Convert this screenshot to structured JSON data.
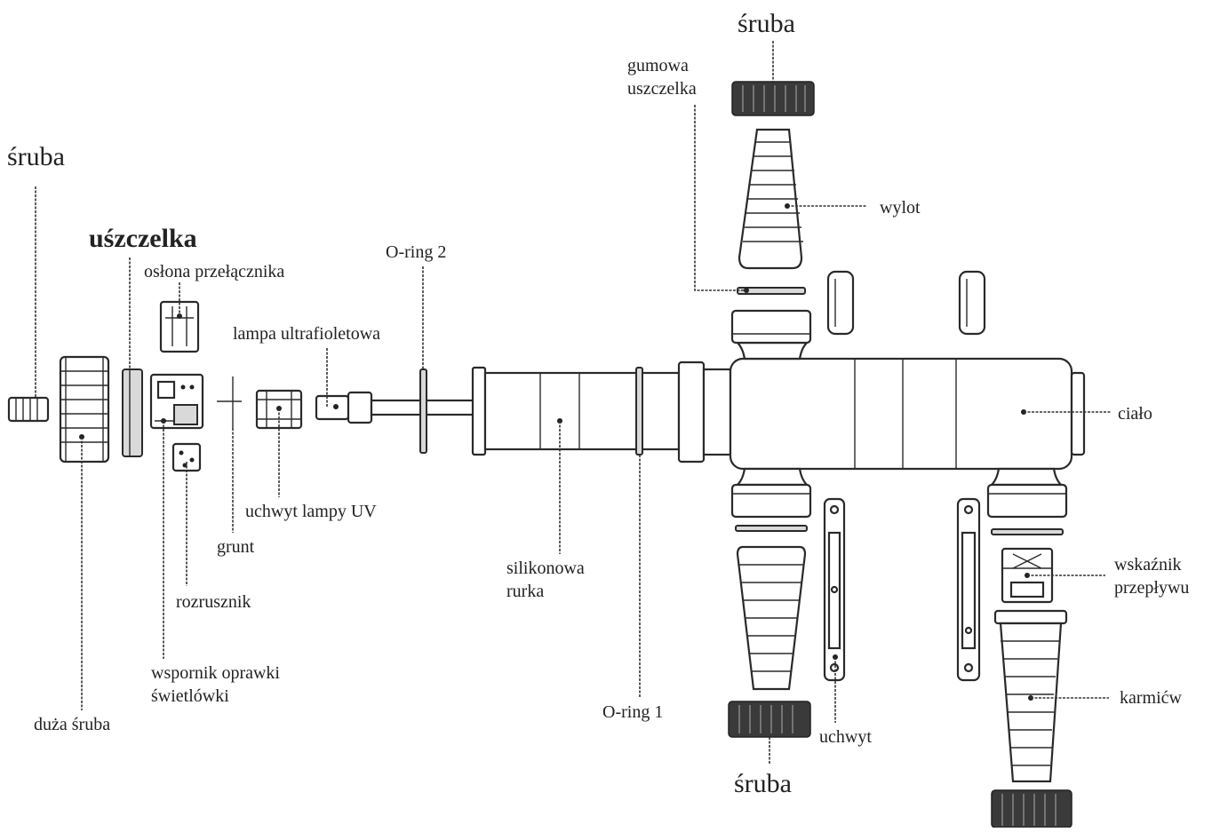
{
  "labels": {
    "sruba_top": "śruba",
    "gumowa_uszczelka_1": "gumowa",
    "gumowa_uszczelka_2": "uszczelka",
    "wylot": "wylot",
    "sruba_left": "śruba",
    "uszczelka": "uśzczelka",
    "oslona_przelacznika": "osłona przełącznika",
    "o_ring_2": "O-ring 2",
    "lampa_ultrafioletowa": "lampa ultrafioletowa",
    "cialo": "ciało",
    "uchwyt_lampy_uv": "uchwyt lampy UV",
    "grunt": "grunt",
    "silikonowa_rurka_1": "silikonowa",
    "silikonowa_rurka_2": "rurka",
    "wskaznik_przeplywu_1": "wskaźnik",
    "wskaznik_przeplywu_2": "przepływu",
    "rozrusznik": "rozrusznik",
    "wspornik_1": "wspornik oprawki",
    "wspornik_2": "świetlówki",
    "karmiew": "karmićw",
    "duza_sruba": "duża śruba",
    "o_ring_1": "O-ring 1",
    "uchwyt": "uchwyt",
    "sruba_bottom": "śruba"
  },
  "colors": {
    "line": "#2a2a2a",
    "fill": "#ffffff",
    "dark": "#3a3a3a"
  }
}
